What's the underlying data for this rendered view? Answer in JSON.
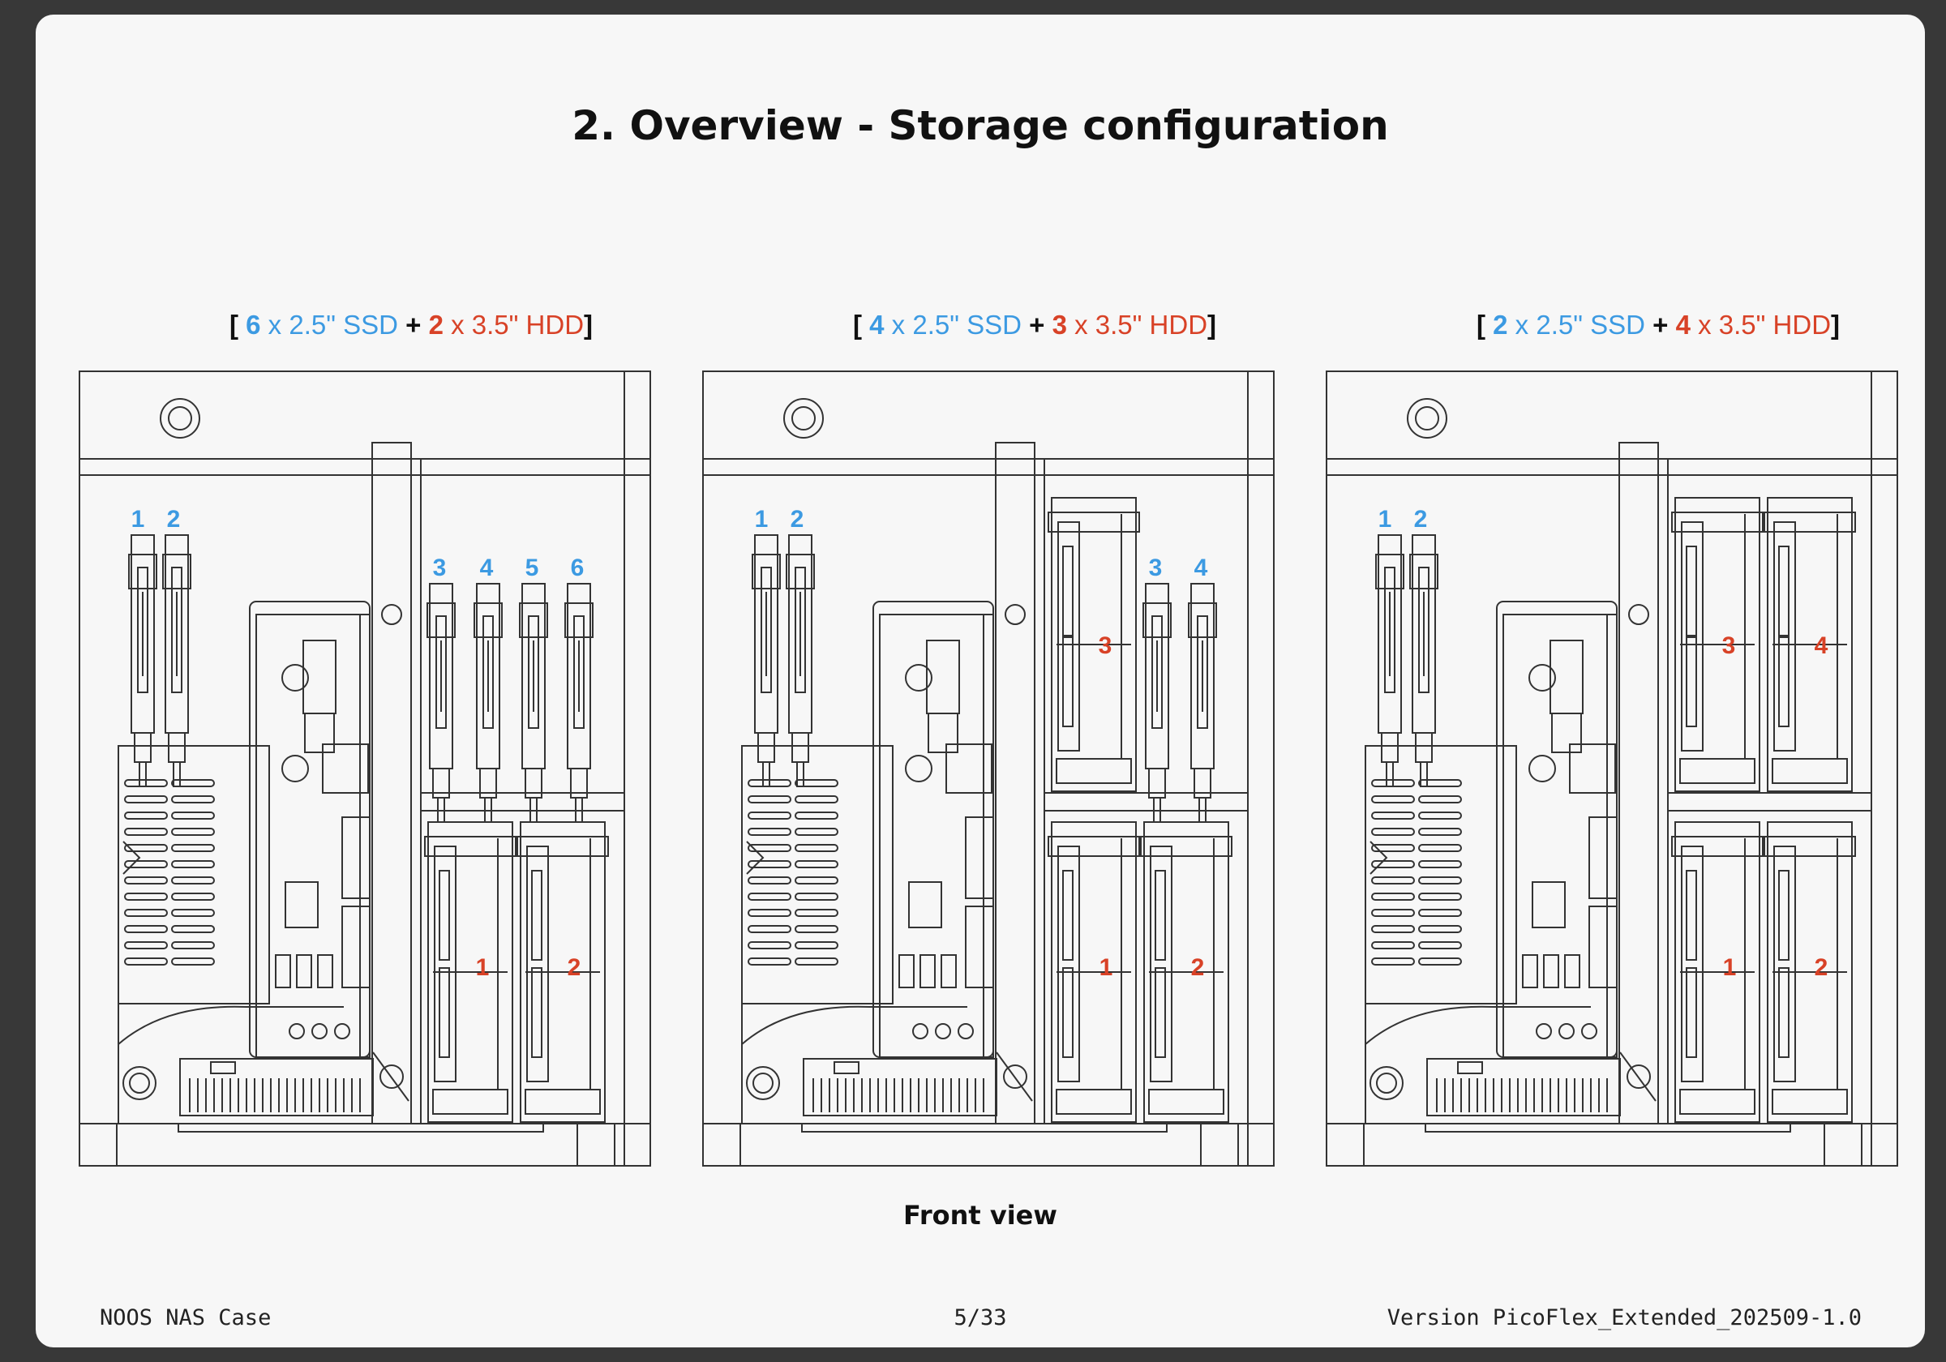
{
  "title": "2. Overview - Storage configuration",
  "configurations": [
    {
      "ssd_count": "6",
      "ssd_label": "x 2.5\" SSD",
      "hdd_count": "2",
      "hdd_label": "x 3.5\" HDD",
      "ssd_slots": [
        "1",
        "2",
        "3",
        "4",
        "5",
        "6"
      ],
      "hdd_slots": [
        "1",
        "2"
      ]
    },
    {
      "ssd_count": "4",
      "ssd_label": "x 2.5\" SSD",
      "hdd_count": "3",
      "hdd_label": "x 3.5\" HDD",
      "ssd_slots": [
        "1",
        "2",
        "3",
        "4"
      ],
      "hdd_slots": [
        "1",
        "2",
        "3"
      ]
    },
    {
      "ssd_count": "2",
      "ssd_label": "x 2.5\" SSD",
      "hdd_count": "4",
      "hdd_label": "x 3.5\" HDD",
      "ssd_slots": [
        "1",
        "2"
      ],
      "hdd_slots": [
        "1",
        "2",
        "3",
        "4"
      ]
    }
  ],
  "caption": "Front view",
  "footer": {
    "left": "NOOS NAS Case",
    "center": "5/33",
    "right": "Version PicoFlex_Extended_202509-1.0"
  },
  "colors": {
    "ssd": "#3c9ae2",
    "hdd": "#d84227",
    "line": "#333333"
  }
}
